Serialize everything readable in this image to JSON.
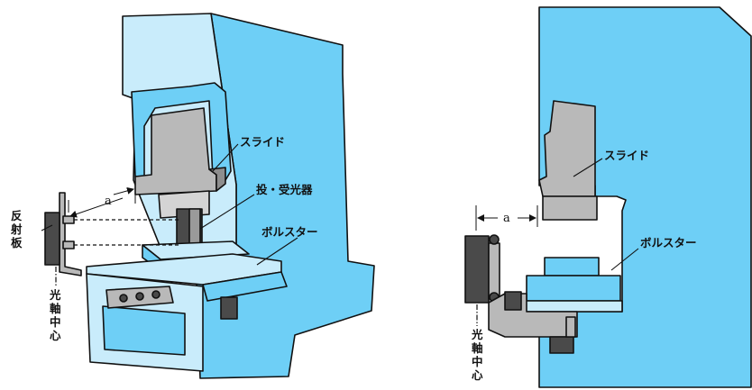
{
  "left_figure": {
    "label_slide": "スライド",
    "label_sensor": "投・受光器",
    "label_bolster": "ボルスター",
    "label_reflector": [
      "反",
      "射",
      "板"
    ],
    "label_optical_axis": [
      "光",
      "軸",
      "中",
      "心"
    ],
    "dim_a": "a"
  },
  "right_figure": {
    "label_slide": "スライド",
    "label_bolster": "ボルスター",
    "label_optical_axis": [
      "光",
      "軸",
      "中",
      "心"
    ],
    "dim_a": "a"
  },
  "colors": {
    "machine_blue": "#6ecff6",
    "machine_light": "#c9ecfb",
    "metal_gray": "#b9b9b9",
    "dark": "#4a4a4a",
    "outline": "#111111"
  }
}
